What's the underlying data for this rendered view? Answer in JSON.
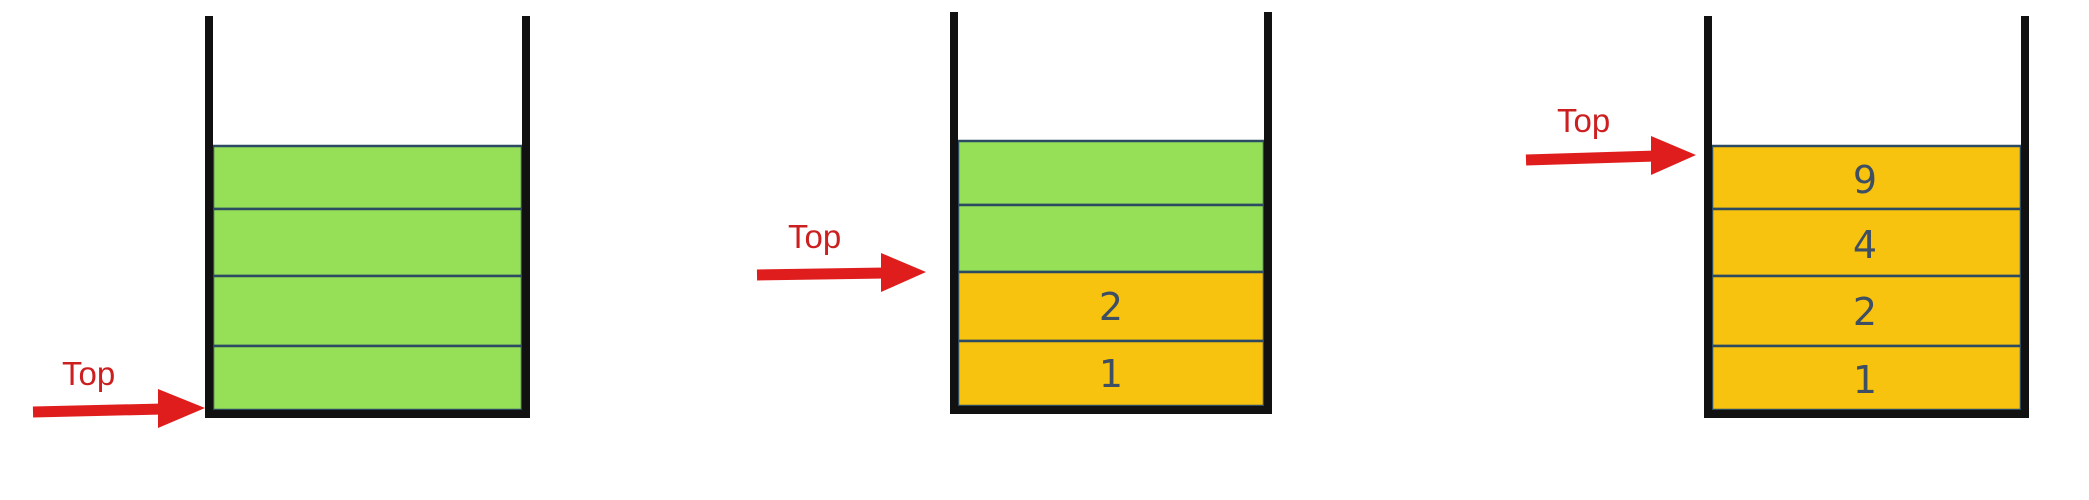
{
  "colors": {
    "empty_slot": "#96e058",
    "filled_slot": "#f8c30f",
    "pointer": "#e01d1d",
    "container": "#111111"
  },
  "stacks": [
    {
      "slots": [
        "",
        "",
        "",
        ""
      ],
      "filled_count": 0,
      "pointer": {
        "label": "Top",
        "points_to_index": -1
      }
    },
    {
      "slots": [
        "1",
        "2",
        "",
        ""
      ],
      "filled_count": 2,
      "pointer": {
        "label": "Top",
        "points_to_index": 1
      }
    },
    {
      "slots": [
        "1",
        "2",
        "4",
        "9"
      ],
      "filled_count": 4,
      "pointer": {
        "label": "Top",
        "points_to_index": 3
      }
    }
  ]
}
